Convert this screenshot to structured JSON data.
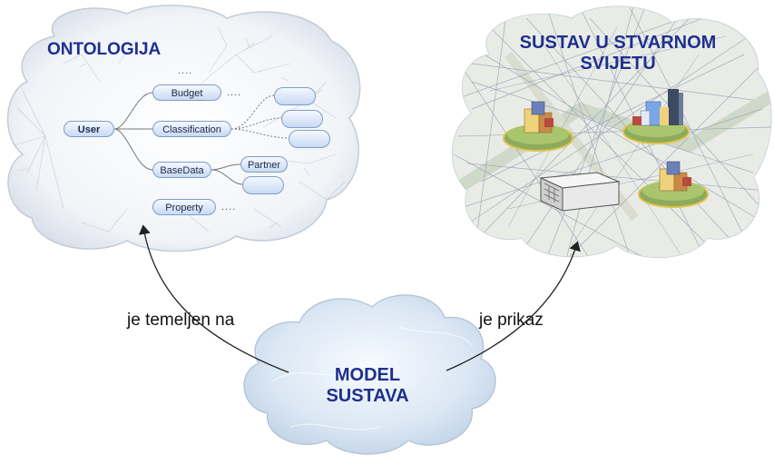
{
  "ontology_title": "ONTOLOGIJA",
  "real_world_title": "SUSTAV U STVARNOM SVIJETU",
  "model_title": "MODEL SUSTAVA",
  "edge_left_label": "je temeljen na",
  "edge_right_label": "je prikaz",
  "ontology": {
    "root": "User",
    "top_dots": "....",
    "budget": "Budget",
    "budget_dots": "....",
    "classification": "Classification",
    "basedata": "BaseData",
    "partner": "Partner",
    "property": "Property",
    "property_dots": "...."
  },
  "colors": {
    "title_blue": "#1f2f8f",
    "node_border": "#7f9dc9",
    "node_fill": "#c9daf3",
    "cloud_fill": "#f3f6fa",
    "cloud_stroke": "#b8c4d2",
    "bottom_cloud_fill": "#d5e2f1"
  }
}
